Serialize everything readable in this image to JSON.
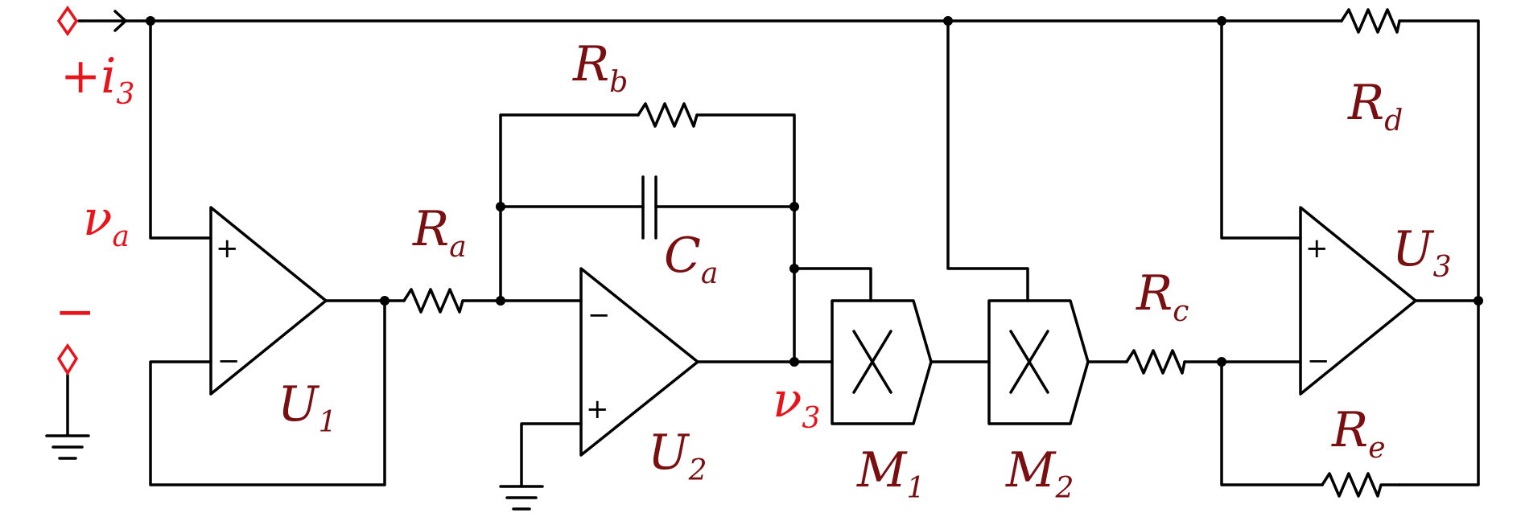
{
  "colors": {
    "wire": "#000000",
    "component_label": "#7a0f12",
    "port_label": "#e8141c"
  },
  "labels": {
    "u1": {
      "main": "U",
      "sub": "1"
    },
    "u2": {
      "main": "U",
      "sub": "2"
    },
    "u3": {
      "main": "U",
      "sub": "3"
    },
    "m1": {
      "main": "M",
      "sub": "1"
    },
    "m2": {
      "main": "M",
      "sub": "2"
    },
    "ra": {
      "main": "R",
      "sub": "a"
    },
    "rb": {
      "main": "R",
      "sub": "b"
    },
    "rc": {
      "main": "R",
      "sub": "c"
    },
    "rd": {
      "main": "R",
      "sub": "d"
    },
    "re": {
      "main": "R",
      "sub": "e"
    },
    "ca": {
      "main": "C",
      "sub": "a"
    },
    "va": {
      "main": "ν",
      "sub": "a"
    },
    "v3": {
      "main": "ν",
      "sub": "3"
    },
    "i3": {
      "main": "+i",
      "sub": "3"
    },
    "minus_port": "−"
  },
  "opamp_signs": {
    "plus": "+",
    "minus": "−"
  },
  "multiplier_symbol": "x-cross-icon"
}
